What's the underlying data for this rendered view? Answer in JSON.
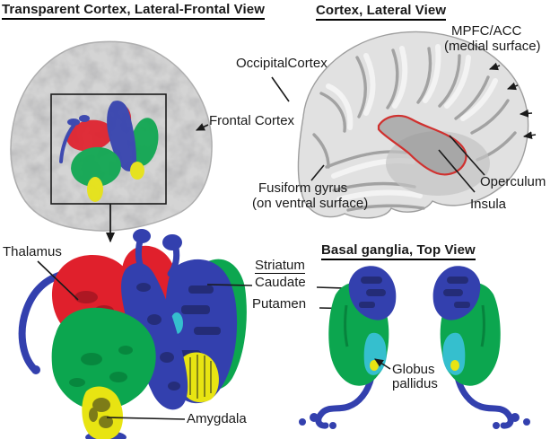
{
  "figure": {
    "panels": {
      "transparent_cortex": {
        "title": "Transparent Cortex, Lateral-Frontal View"
      },
      "lateral_cortex": {
        "title": "Cortex, Lateral View",
        "labels": {
          "mpfc_line1": "MPFC/ACC",
          "mpfc_line2": "(medial surface)",
          "occipital": "OccipitalCortex",
          "frontal": "Frontal Cortex",
          "fusiform_line1": "Fusiform gyrus",
          "fusiform_line2": "(on ventral surface)",
          "operculum": "Operculum",
          "insula": "Insula"
        }
      },
      "subcortical_zoom": {
        "labels": {
          "thalamus": "Thalamus",
          "striatum": "Striatum",
          "caudate": "Caudate",
          "putamen": "Putamen",
          "amygdala": "Amygdala"
        }
      },
      "basal_ganglia": {
        "title": "Basal ganglia, Top View",
        "labels": {
          "globus_pallidus": "Globus pallidus"
        }
      }
    },
    "colors": {
      "red": "#e0202c",
      "red_dark": "#9c1420",
      "blue": "#3340ae",
      "blue_dark": "#22296e",
      "green": "#0ca64f",
      "green_dark": "#067a38",
      "yellow": "#e8e412",
      "olive_dark": "#6b6b1a",
      "cyan": "#35bfce",
      "gray_structure": "#7d7d7d",
      "insula_outline_red": "#d0312f",
      "line_black": "#1a1a1a"
    }
  }
}
